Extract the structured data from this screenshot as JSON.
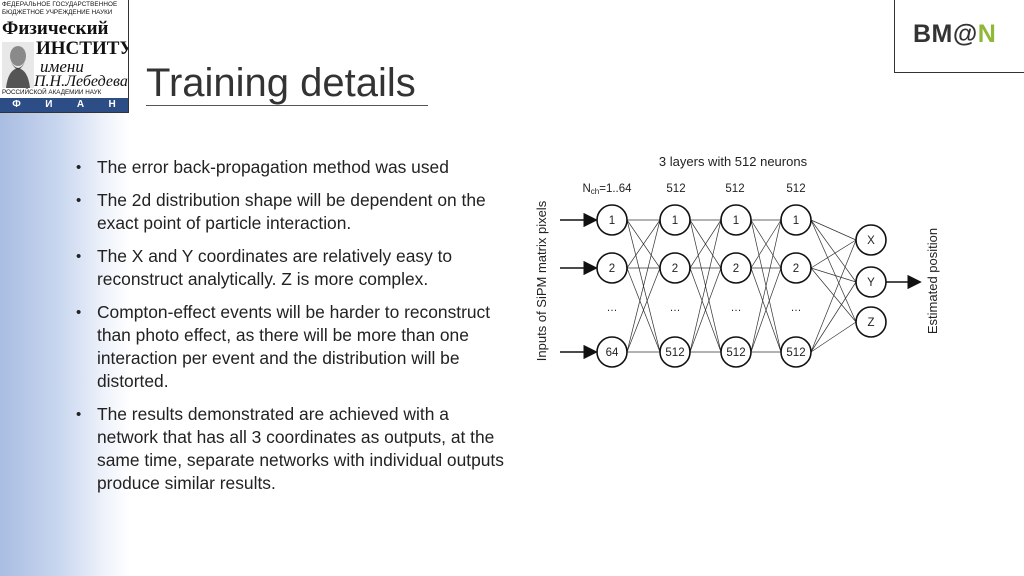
{
  "logo_fian": {
    "line1": "ФЕДЕРАЛЬНОЕ ГОСУДАРСТВЕННОЕ",
    "line2": "БЮДЖЕТНОЕ УЧРЕЖДЕНИЕ НАУКИ",
    "line3": "Физический",
    "line4": "ИНСТИТУТ",
    "line5": "имени",
    "line6": "П.Н.Лебедева",
    "line7": "РОССИЙСКОЙ АКАДЕМИИ НАУК",
    "letters": [
      "Ф",
      "И",
      "А",
      "Н"
    ]
  },
  "logo_bman": {
    "text_main": "BM@",
    "text_accent": "N",
    "accent_color": "#8fb838"
  },
  "title": "Training details",
  "bullets": [
    "The error back-propagation method was used",
    "The 2d distribution shape will be dependent on the exact point of particle interaction.",
    "The X and Y coordinates are relatively easy to reconstruct analytically. Z is more complex.",
    "Compton-effect events will be harder to reconstruct than photo effect, as there will be more than one interaction per event and the distribution will be distorted.",
    "The results demonstrated are achieved with a network that has all 3 coordinates as outputs, at the same time, separate networks with individual outputs produce similar results."
  ],
  "diagram": {
    "header": "3 layers with 512 neurons",
    "input_count_label": {
      "prefix": "N",
      "sub": "ch",
      "suffix": "=1..64"
    },
    "layer_size_labels": [
      "512",
      "512",
      "512"
    ],
    "input_nodes": [
      "1",
      "2",
      "…",
      "64"
    ],
    "hidden_nodes": [
      "1",
      "2",
      "…",
      "512"
    ],
    "output_nodes": [
      "X",
      "Y",
      "Z"
    ],
    "left_axis_label": "Inputs of SiPM matrix pixels",
    "right_axis_label": "Estimated position"
  }
}
